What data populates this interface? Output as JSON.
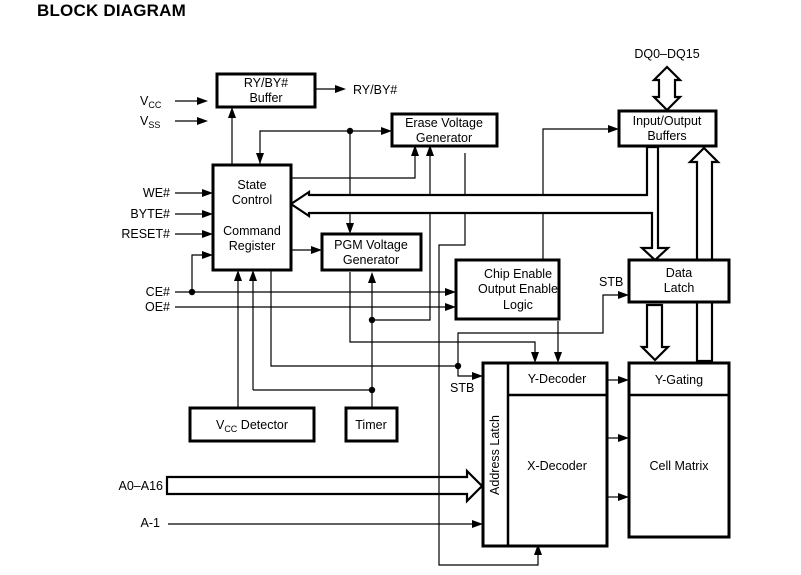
{
  "title": "BLOCK DIAGRAM",
  "blocks": {
    "ry_buffer": [
      "RY/BY#",
      "Buffer"
    ],
    "erase_gen": [
      "Erase Voltage",
      "Generator"
    ],
    "io_buffers": [
      "Input/Output",
      "Buffers"
    ],
    "state_control": [
      "State",
      "Control",
      "Command",
      "Register"
    ],
    "pgm_gen": [
      "PGM Voltage",
      "Generator"
    ],
    "ce_oe_logic": [
      "Chip Enable",
      "Output Enable",
      "Logic"
    ],
    "data_latch": [
      "Data",
      "Latch"
    ],
    "y_decoder": "Y-Decoder",
    "y_gating": "Y-Gating",
    "x_decoder": "X-Decoder",
    "cell_matrix": "Cell Matrix",
    "address_latch": "Address Latch",
    "vcc_detector": {
      "main": "V",
      "sub": "CC",
      "rest": " Detector"
    },
    "timer": "Timer"
  },
  "signals": {
    "vcc": {
      "main": "V",
      "sub": "CC"
    },
    "vss": {
      "main": "V",
      "sub": "SS"
    },
    "ry_out": "RY/BY#",
    "dq": "DQ0–DQ15",
    "we": "WE#",
    "byte": "BYTE#",
    "reset": "RESET#",
    "ce": "CE#",
    "oe": "OE#",
    "stb_data": "STB",
    "stb_addr": "STB",
    "addr": "A0–A16",
    "a_minus1": "A-1"
  }
}
